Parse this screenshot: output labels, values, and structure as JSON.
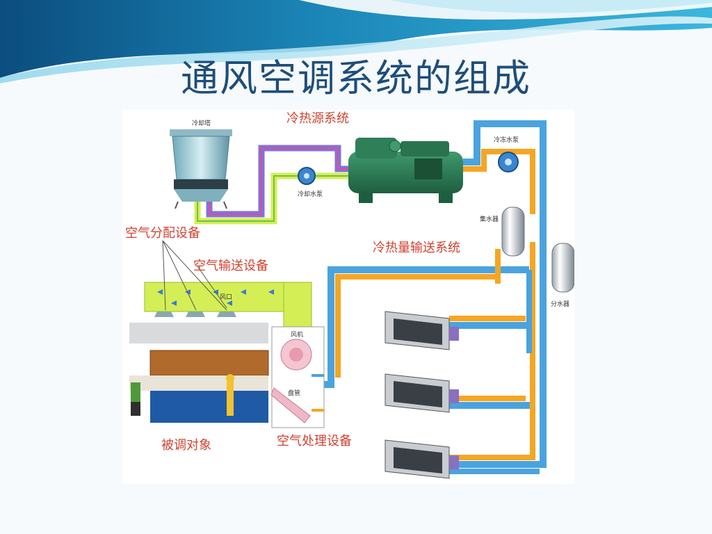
{
  "slide": {
    "title": "通风空调系统的组成",
    "colors": {
      "title": "#1d4e7a",
      "label": "#d2422f",
      "cold_pipe": "#4aa3de",
      "hot_pipe": "#f5a623",
      "fresh_air": "#d4ee55"
    }
  },
  "diagram": {
    "labels": {
      "cooling_source_system": "冷热源系统",
      "air_distribution": "空气分配设备",
      "air_transport": "空气输送设备",
      "cold_heat_transport": "冷热量输送系统",
      "air_handling": "空气处理设备",
      "conditioned_object": "被调对象"
    },
    "small_labels": {
      "cooling_tower": "冷却塔",
      "cooling_water_pump": "冷却水泵",
      "chilled_water_pump": "冷冻水泵",
      "water_collector": "集水器",
      "water_distributor": "分水器",
      "fan": "风机",
      "diffuser": "风口",
      "coil": "盘管"
    },
    "icons": [
      "cooling-tower",
      "chiller",
      "pump",
      "water-tank",
      "fan-coil-unit",
      "office-room",
      "air-handler-fan"
    ]
  }
}
